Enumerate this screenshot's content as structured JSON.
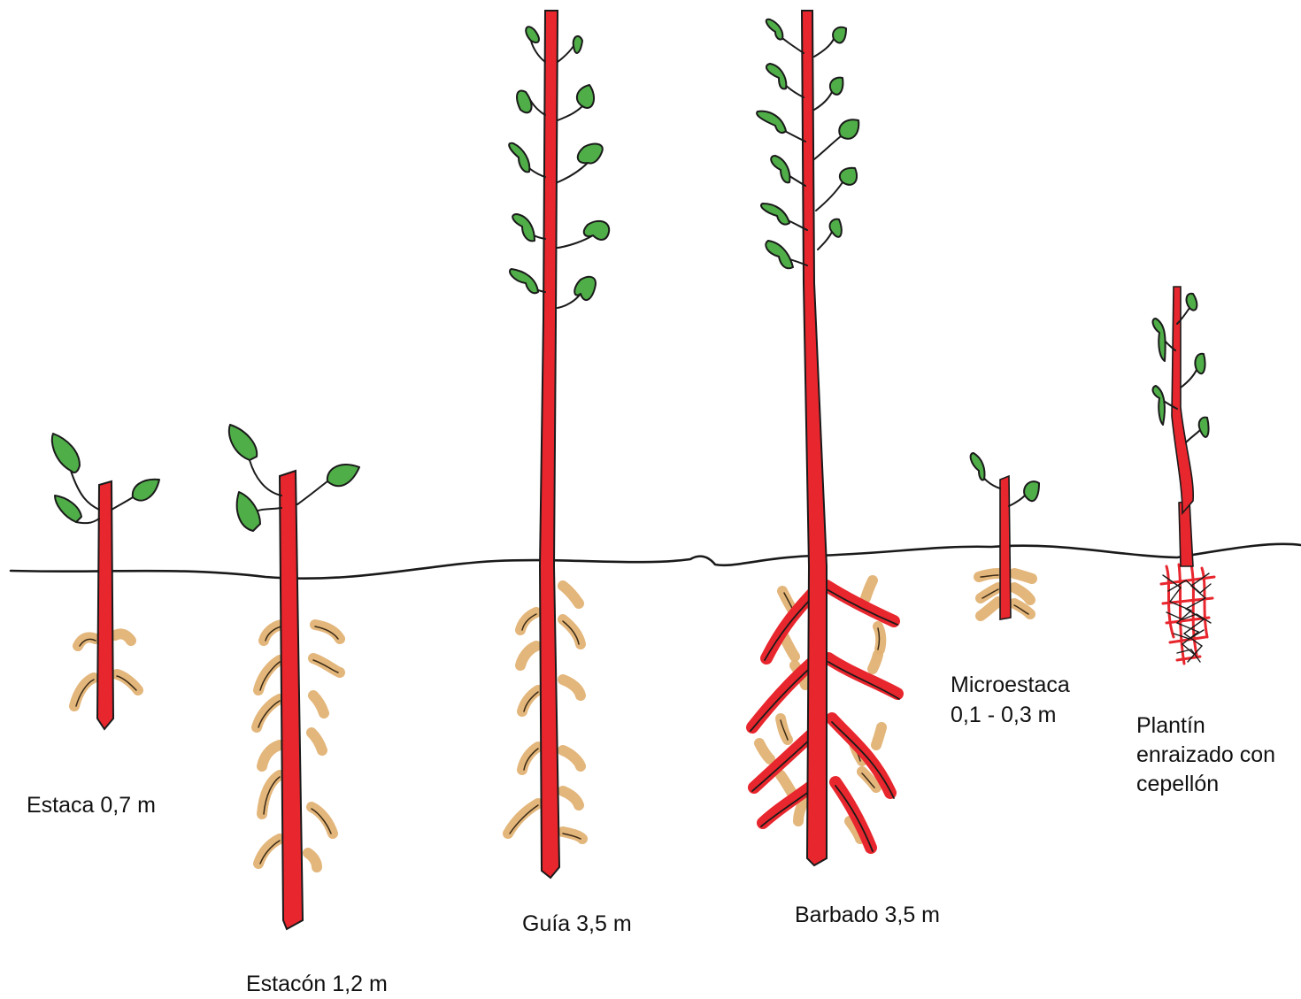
{
  "labels": {
    "estaca": "Estaca 0,7 m",
    "estacon": "Estacón 1,2 m",
    "guia": "Guía 3,5 m",
    "barbado": "Barbado 3,5 m",
    "microestaca_line1": "Microestaca",
    "microestaca_line2": "0,1 - 0,3 m",
    "plantin_line1": "Plantín",
    "plantin_line2": "enraizado con",
    "plantin_line3": "cepellón"
  },
  "colors": {
    "stem": "#e8262d",
    "leaf": "#4fae48",
    "bud": "#e2b274",
    "outline": "#1a1a1a",
    "background": "#ffffff"
  }
}
